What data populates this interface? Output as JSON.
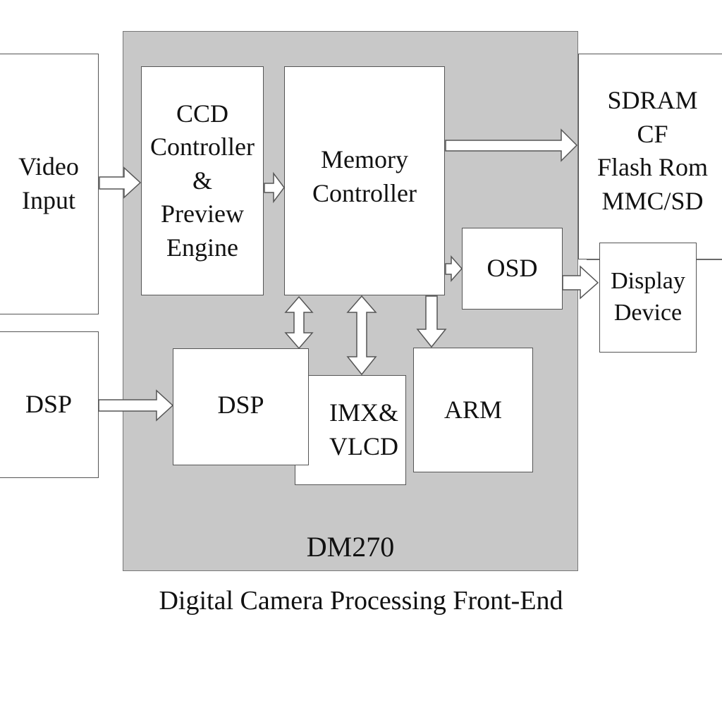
{
  "caption": "Digital Camera Processing Front-End",
  "chip": {
    "name": "DM270"
  },
  "blocks": {
    "video_input": "Video\nInput",
    "dsp_external": "DSP",
    "ccd_controller": "CCD\nController\n&\nPreview\nEngine",
    "memory_controller": "Memory\nController",
    "dsp_internal": "DSP",
    "imx_vlcd": "IMX&\nVLCD",
    "arm": "ARM",
    "osd": "OSD",
    "storage": "SDRAM\nCF\nFlash Rom\nMMC/SD",
    "display_device": "Display\nDevice"
  },
  "colors": {
    "chip_fill": "#c8c8c8",
    "block_fill": "#ffffff",
    "outline": "#555555"
  }
}
